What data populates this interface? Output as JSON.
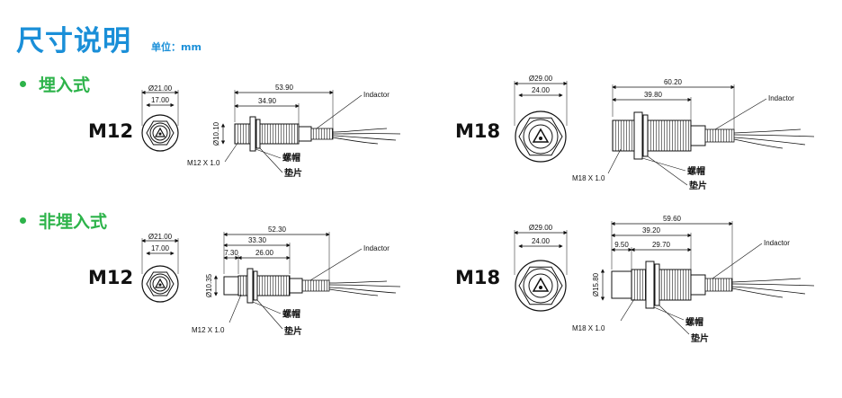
{
  "header": {
    "title": "尺寸说明",
    "unit": "单位：mm"
  },
  "sections": [
    {
      "label": "埋入式",
      "m12": {
        "model": "M12",
        "front_outer": "Ø21.00",
        "front_inner": "17.00",
        "total_length": "53.90",
        "body_length": "34.90",
        "diameter": "Ø10.10",
        "thread": "M12 X 1.0",
        "nut": "螺帽",
        "washer": "垫片",
        "cable": "Indactor"
      },
      "m18": {
        "model": "M18",
        "front_outer": "Ø29.00",
        "front_inner": "24.00",
        "total_length": "60.20",
        "body_length": "39.80",
        "thread": "M18 X 1.0",
        "nut": "螺帽",
        "washer": "垫片",
        "cable": "Indactor"
      }
    },
    {
      "label": "非埋入式",
      "m12": {
        "model": "M12",
        "front_outer": "Ø21.00",
        "front_inner": "17.00",
        "total_length": "52.30",
        "body_length": "33.30",
        "head_length": "7.30",
        "thread_length": "26.00",
        "diameter": "Ø10.35",
        "thread": "M12 X 1.0",
        "nut": "螺帽",
        "washer": "垫片",
        "cable": "Indactor"
      },
      "m18": {
        "model": "M18",
        "front_outer": "Ø29.00",
        "front_inner": "24.00",
        "total_length": "59.60",
        "body_length": "39.20",
        "head_length": "9.50",
        "thread_length": "29.70",
        "diameter": "Ø15.80",
        "thread": "M18 X 1.0",
        "nut": "螺帽",
        "washer": "垫片",
        "cable": "Indactor"
      }
    }
  ],
  "colors": {
    "title": "#1a8fd8",
    "section": "#2db34a",
    "line": "#111111"
  },
  "icons": [
    "bullet-dot-icon",
    "sensor-face-logo-icon"
  ]
}
